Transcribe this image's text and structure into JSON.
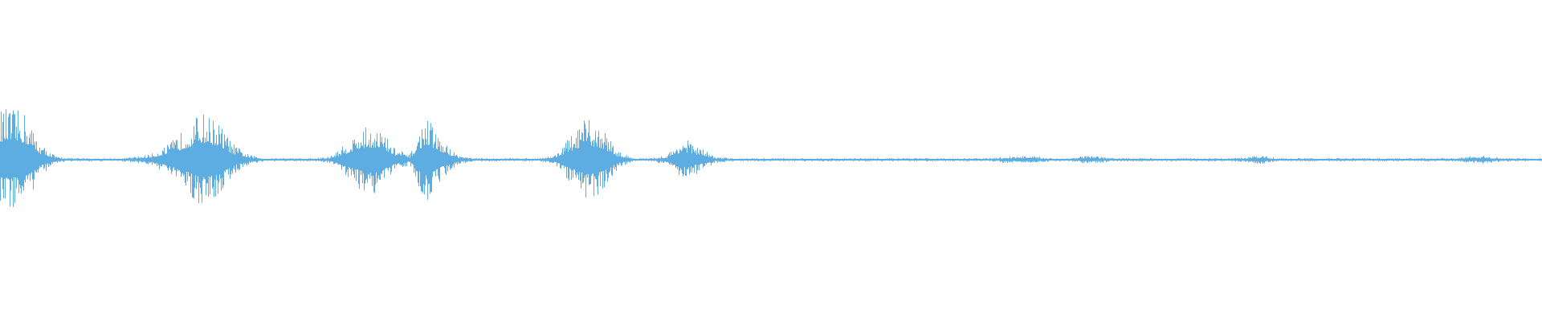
{
  "chart_data": {
    "type": "area",
    "title": "",
    "xlabel": "",
    "ylabel": "",
    "ylim": [
      -1,
      1
    ],
    "grid": false,
    "color": "#5dade2",
    "envelope_bins": 96,
    "envelope": [
      0.32,
      0.3,
      0.1,
      0.02,
      0.01,
      0.01,
      0.01,
      0.01,
      0.02,
      0.04,
      0.1,
      0.2,
      0.3,
      0.25,
      0.1,
      0.03,
      0.01,
      0.01,
      0.01,
      0.01,
      0.02,
      0.1,
      0.2,
      0.22,
      0.08,
      0.03,
      0.28,
      0.12,
      0.03,
      0.01,
      0.01,
      0.01,
      0.01,
      0.01,
      0.03,
      0.15,
      0.26,
      0.2,
      0.05,
      0.01,
      0.01,
      0.03,
      0.14,
      0.08,
      0.02,
      0.01,
      0.01,
      0.01,
      0.01,
      0.01,
      0.01,
      0.01,
      0.01,
      0.01,
      0.01,
      0.01,
      0.01,
      0.01,
      0.01,
      0.01,
      0.01,
      0.01,
      0.02,
      0.025,
      0.02,
      0.01,
      0.01,
      0.025,
      0.02,
      0.01,
      0.01,
      0.01,
      0.01,
      0.01,
      0.01,
      0.01,
      0.01,
      0.015,
      0.03,
      0.01,
      0.01,
      0.01,
      0.01,
      0.01,
      0.01,
      0.01,
      0.01,
      0.01,
      0.01,
      0.01,
      0.01,
      0.02,
      0.025,
      0.01,
      0.01,
      0.01
    ]
  }
}
